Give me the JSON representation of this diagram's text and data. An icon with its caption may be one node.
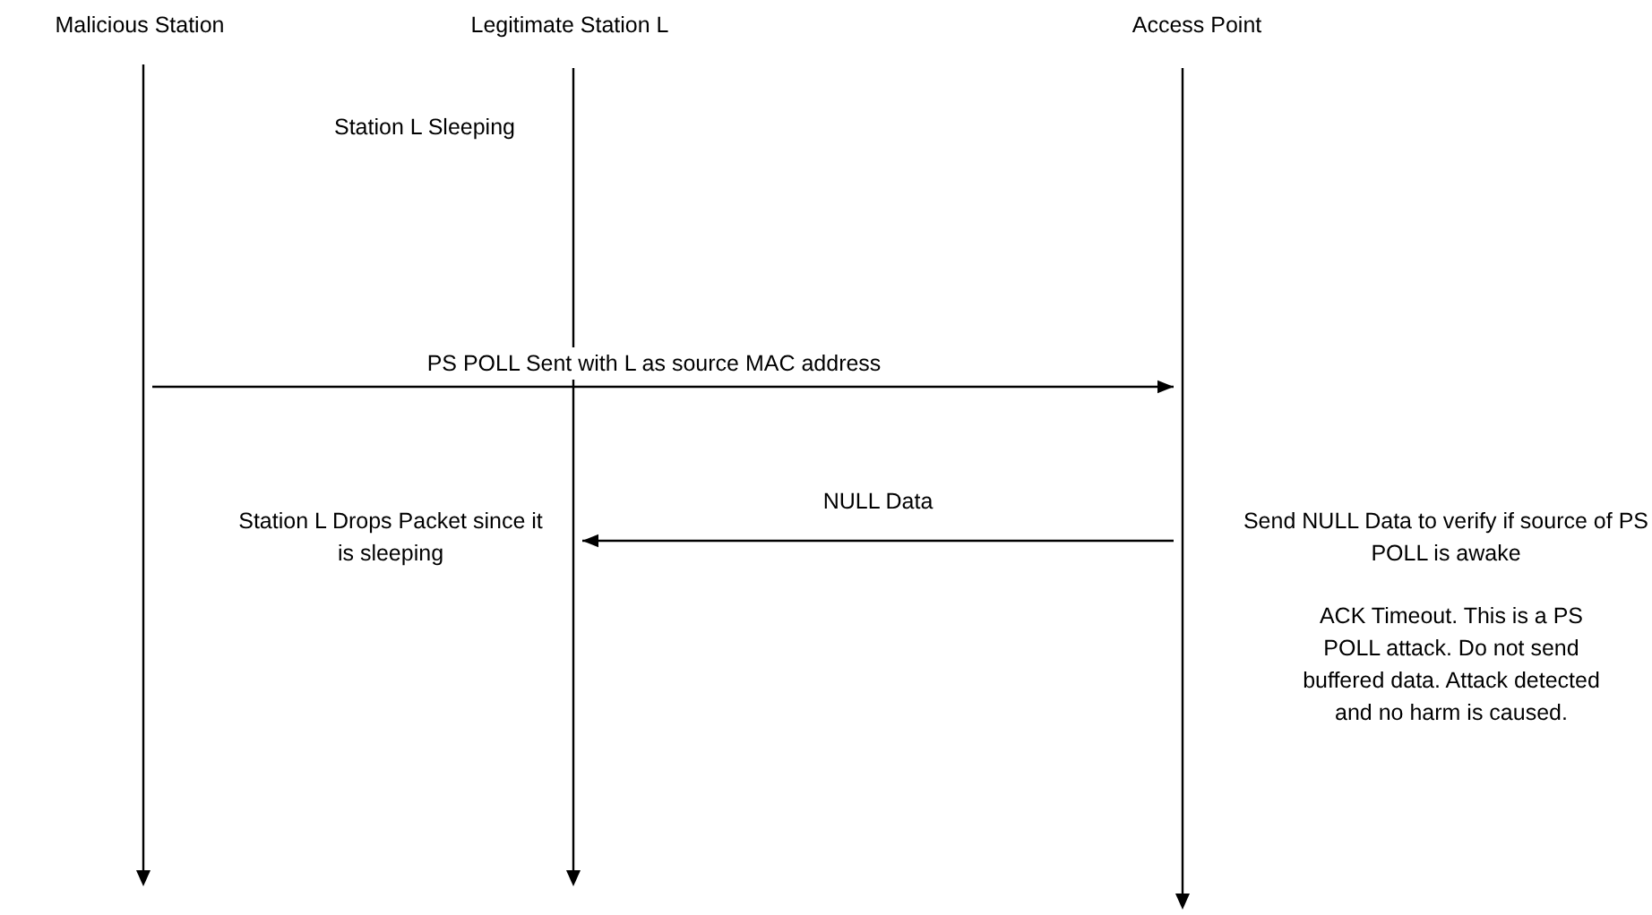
{
  "diagram": {
    "nodes": [
      {
        "text": [],
        "shape": "bar",
        "beside": [
          "Malicious Station"
        ]
      },
      {
        "text": [],
        "shape": "bar",
        "beside": [
          "Legitimate Station L"
        ]
      },
      {
        "text": [],
        "shape": "bar",
        "beside": [
          "Access Point"
        ]
      }
    ],
    "edges": [
      {
        "from": 0,
        "to": 2,
        "arrow": "to",
        "label": "PS POLL Sent with L as source MAC address"
      },
      {
        "from": 2,
        "to": 1,
        "arrow": "to",
        "label": "NULL Data"
      }
    ],
    "labels": [
      "Station L Sleeping",
      "Station L Drops Packet since it is sleeping",
      "Send NULL Data to verify if source of PS POLL is awake",
      "ACK Timeout. This is a PS POLL attack. Do not send buffered data. Attack detected and no harm is caused."
    ]
  }
}
